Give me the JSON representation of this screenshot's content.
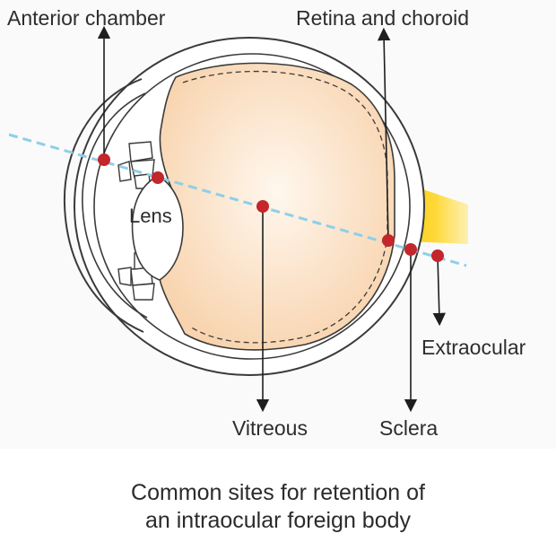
{
  "labels": {
    "anterior_chamber": "Anterior chamber",
    "retina_choroid": "Retina and choroid",
    "lens": "Lens",
    "extraocular": "Extraocular",
    "vitreous": "Vitreous",
    "sclera": "Sclera"
  },
  "caption": {
    "line1": "Common sites for retention of",
    "line2": "an intraocular foreign body"
  },
  "colors": {
    "marker": "#c3262b",
    "trajectory": "#8ecfe8",
    "vitreous_center": "#fff7ee",
    "vitreous_edge": "#f8d3ad",
    "optic_nerve_light": "#ffe566",
    "optic_nerve_dark": "#f2c500",
    "outline": "#3a3a3a",
    "background": "#fafafa"
  }
}
